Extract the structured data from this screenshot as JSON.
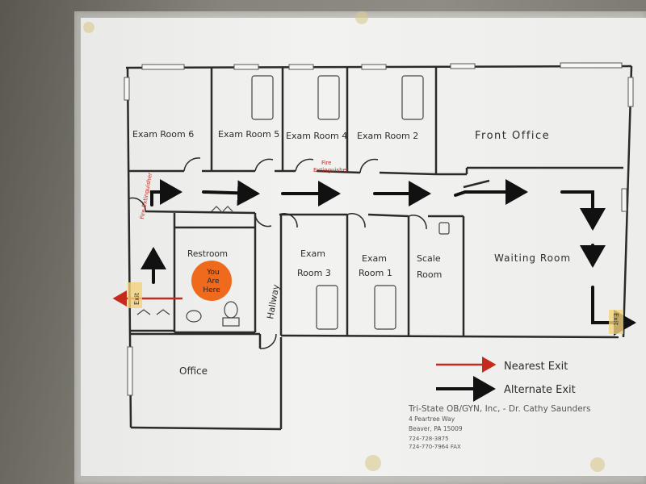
{
  "rooms": {
    "exam6": "Exam Room 6",
    "exam5": "Exam Room 5",
    "exam4": "Exam Room 4",
    "exam2": "Exam Room 2",
    "front_office": "Front Office",
    "restroom": "Restroom",
    "hallway": "Hallway",
    "exam3_line1": "Exam",
    "exam3_line2": "Room 3",
    "exam1_line1": "Exam",
    "exam1_line2": "Room 1",
    "scale_line1": "Scale",
    "scale_line2": "Room",
    "waiting": "Waiting Room",
    "office": "Office"
  },
  "markers": {
    "you_line1": "You",
    "you_line2": "Are",
    "you_line3": "Here",
    "you_color": "#f06a1e",
    "fire_ext_top_line1": "Fire",
    "fire_ext_top_line2": "Extinguisher",
    "fire_ext_left": "Fire Extinguisher",
    "exit_left": "Exit",
    "exit_right": "Exit"
  },
  "legend": {
    "nearest": "Nearest Exit",
    "nearest_color": "#c62a1e",
    "alternate": "Alternate Exit",
    "alternate_color": "#111111"
  },
  "practice": {
    "name": "Tri-State OB/GYN, Inc, - Dr. Cathy Saunders",
    "address1": "4 Peartree Way",
    "address2": "Beaver, PA 15009",
    "phone": "724-728-3875",
    "fax": "724-770-7964 FAX"
  }
}
